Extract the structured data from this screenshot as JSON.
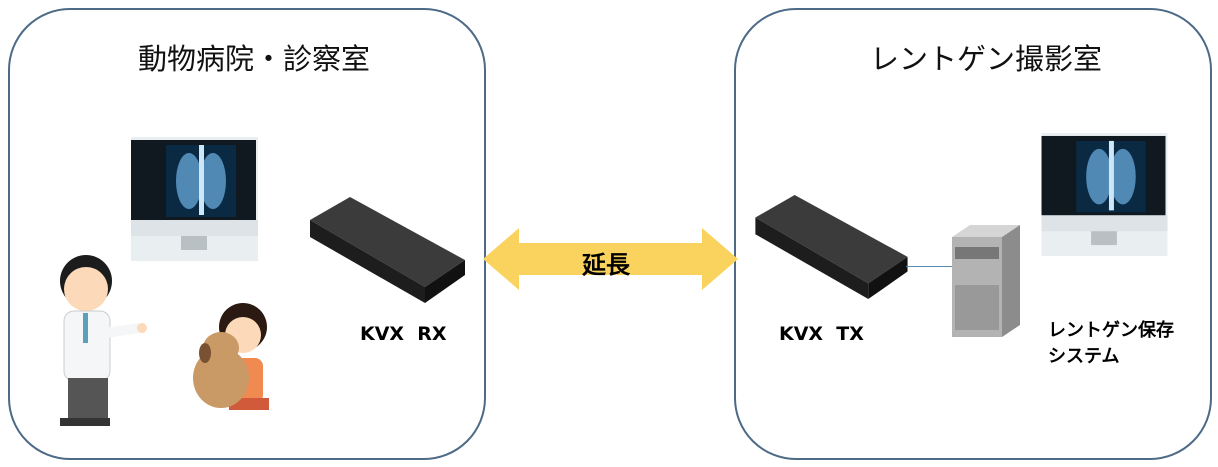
{
  "left_room": {
    "title": "動物病院・診察室",
    "device_label": "KVX  RX"
  },
  "right_room": {
    "title": "レントゲン撮影室",
    "device_label": "KVX  TX",
    "system_label_line1": "レントゲン保存",
    "system_label_line2": "システム"
  },
  "arrow": {
    "label": "延長",
    "color": "#f9d35e"
  },
  "colors": {
    "border": "#4d6a86",
    "link": "#5a8ab0"
  }
}
